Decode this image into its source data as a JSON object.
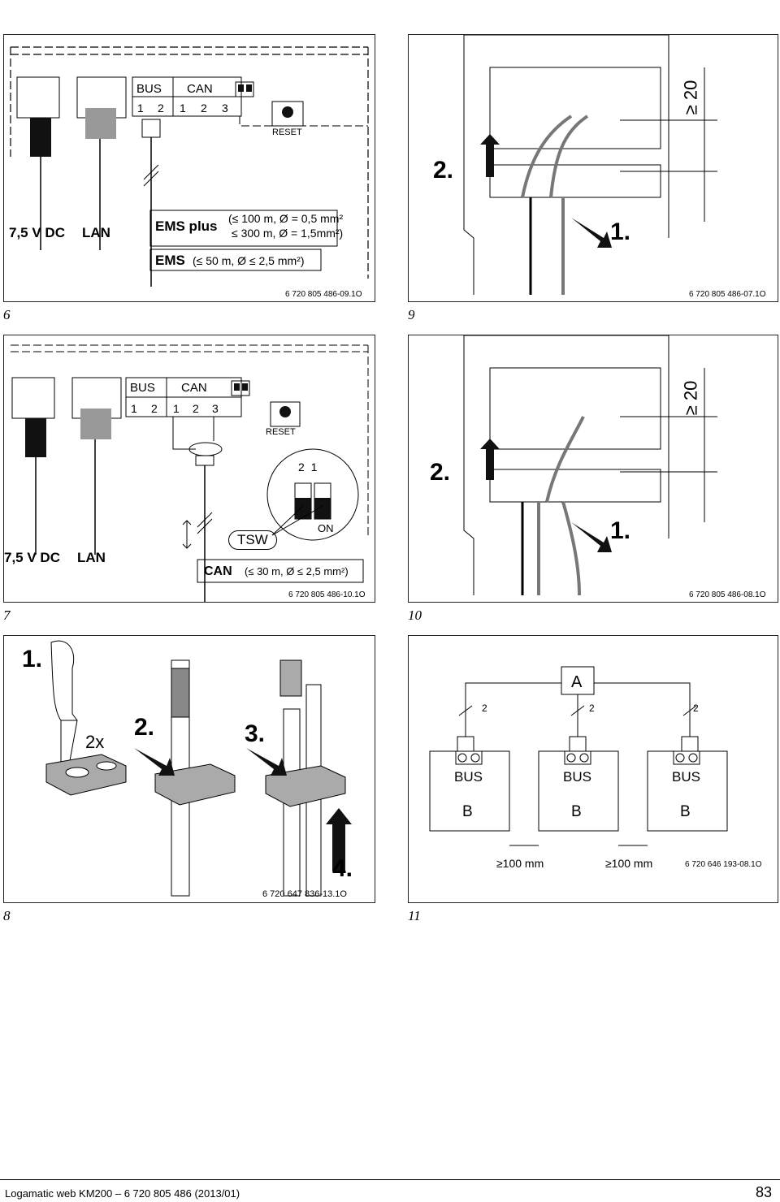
{
  "figures": {
    "f6": {
      "number": "6",
      "bus_label": "BUS",
      "can_label": "CAN",
      "terminals": [
        "1",
        "2",
        "1",
        "2",
        "3"
      ],
      "reset_label": "RESET",
      "dc_label": "7,5 V DC",
      "lan_label": "LAN",
      "ems_plus_label": "EMS plus",
      "ems_plus_spec_1": "(≤ 100 m, Ø = 0,5 mm²",
      "ems_plus_spec_2": "≤ 300 m, Ø = 1,5mm²)",
      "ems_label": "EMS",
      "ems_spec": "(≤ 50 m, Ø ≤ 2,5 mm²)",
      "code": "6 720 805 486-09.1O"
    },
    "f7": {
      "number": "7",
      "bus_label": "BUS",
      "can_label": "CAN",
      "terminals": [
        "1",
        "2",
        "1",
        "2",
        "3"
      ],
      "reset_label": "RESET",
      "switch_numbers": "2  1",
      "on_label": "ON",
      "tsw_label": "TSW",
      "dc_label": "7,5 V DC",
      "lan_label": "LAN",
      "can_cable_label": "CAN",
      "can_spec": "(≤ 30 m, Ø ≤ 2,5 mm²)",
      "code": "6 720 805 486-10.1O"
    },
    "f8": {
      "number": "8",
      "step1": "1.",
      "step2": "2.",
      "step3": "3.",
      "step4": "4.",
      "times": "2x",
      "code": "6 720 647 836-13.1O"
    },
    "f9": {
      "number": "9",
      "step1": "1.",
      "step2": "2.",
      "dimension": "≥ 20",
      "code": "6 720 805 486-07.1O"
    },
    "f10": {
      "number": "10",
      "step1": "1.",
      "step2": "2.",
      "dimension": "≥ 20",
      "code": "6 720 805 486-08.1O"
    },
    "f11": {
      "number": "11",
      "a_label": "A",
      "wire_count": "2",
      "bus_label": "BUS",
      "b_label": "B",
      "spacing": "≥100 mm",
      "code": "6 720 646 193-08.1O"
    }
  },
  "footer": {
    "left": "Logamatic web KM200 – 6 720 805 486 (2013/01)",
    "page": "83"
  }
}
